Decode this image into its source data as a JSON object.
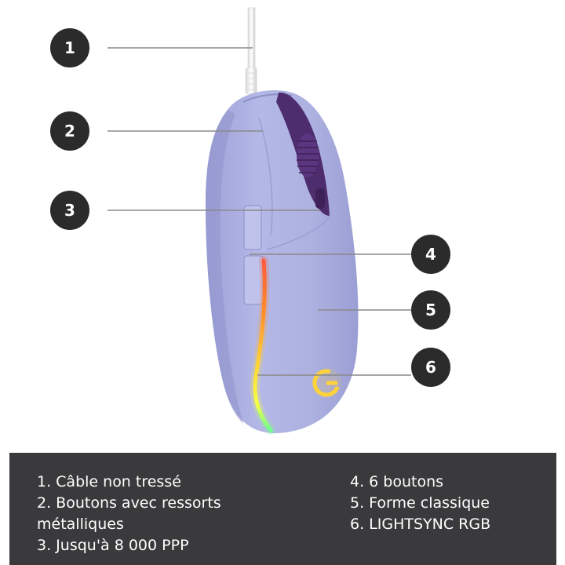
{
  "callouts": [
    {
      "number": "1"
    },
    {
      "number": "2"
    },
    {
      "number": "3"
    },
    {
      "number": "4"
    },
    {
      "number": "5"
    },
    {
      "number": "6"
    }
  ],
  "features": {
    "left": [
      "1. Câble non tressé",
      "2. Boutons avec ressorts métalliques",
      "3. Jusqu'à 8 000 PPP"
    ],
    "right": [
      "4. 6 boutons",
      "5. Forme classique",
      "6. LIGHTSYNC RGB"
    ]
  },
  "colors": {
    "mouse_body": "#aeb2e1",
    "mouse_shadow": "#9195c9",
    "accent_purple": "#4b2a6b",
    "badge": "#2b2b2b",
    "footer": "#3a3a3c",
    "leader_line": "#8a8a8a"
  }
}
